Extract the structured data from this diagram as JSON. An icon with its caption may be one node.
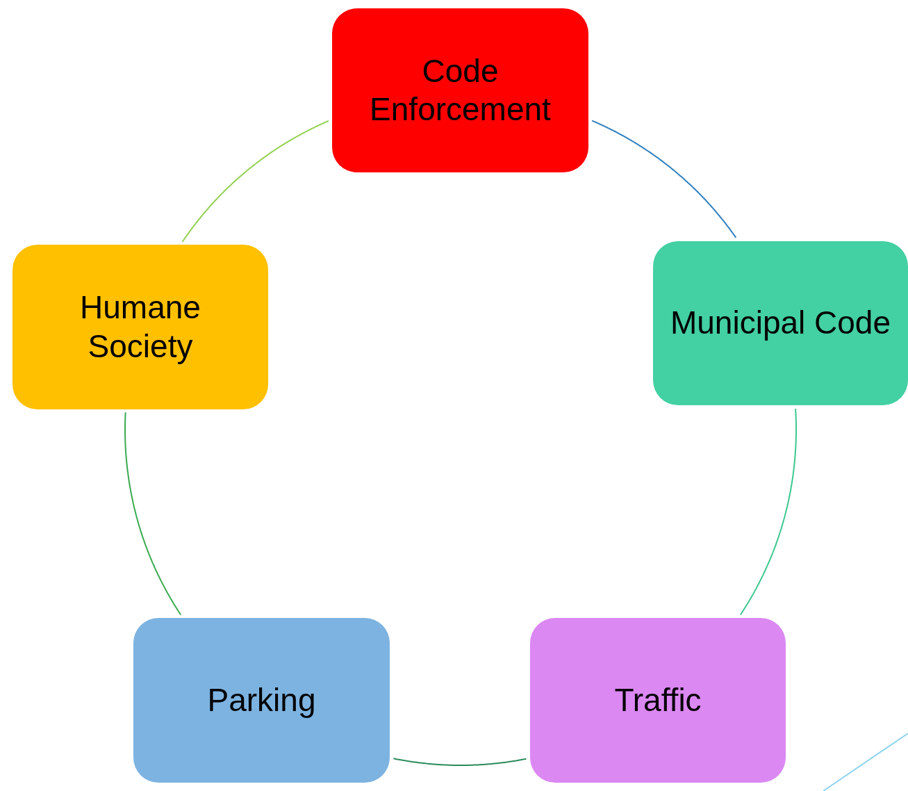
{
  "diagram": {
    "nodes": [
      {
        "text": [
          "Code Enforcement"
        ]
      },
      {
        "text": [
          "Municipal Code"
        ]
      },
      {
        "text": [
          "Traffic"
        ]
      },
      {
        "text": [
          "Parking"
        ]
      },
      {
        "text": [
          "Humane Society"
        ]
      }
    ],
    "edges": [
      {
        "from": 0,
        "to": 1,
        "arrow": "none",
        "color": "#2e7fbf"
      },
      {
        "from": 1,
        "to": 2,
        "arrow": "none",
        "color": "#3cc88f"
      },
      {
        "from": 2,
        "to": 3,
        "arrow": "none",
        "color": "#2a8a5a"
      },
      {
        "from": 3,
        "to": 4,
        "arrow": "none",
        "color": "#3aaa50"
      },
      {
        "from": 4,
        "to": 0,
        "arrow": "none",
        "color": "#92d050"
      }
    ]
  }
}
